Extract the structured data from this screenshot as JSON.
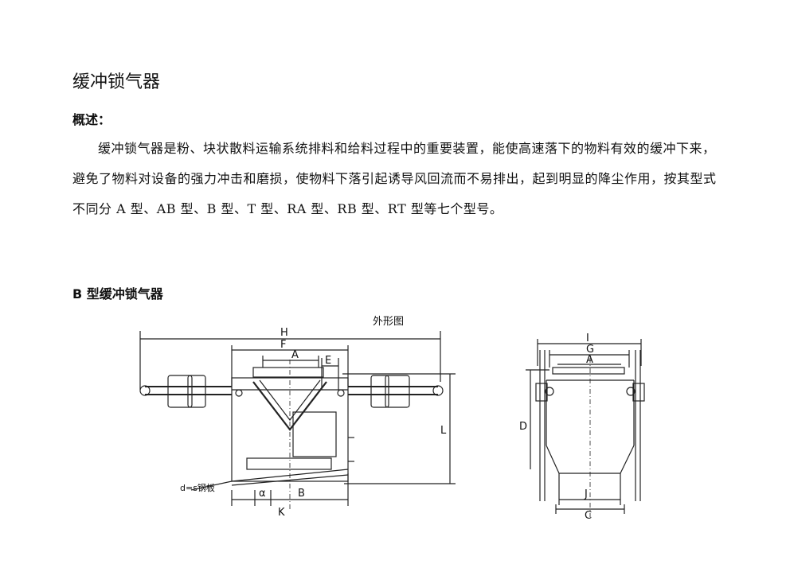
{
  "document": {
    "title": "缓冲锁气器",
    "overview_heading": "概述：",
    "overview_text": "缓冲锁气器是粉、块状散料运输系统排料和给料过程中的重要装置，能使高速落下的物料有效的缓冲下来，避免了物料对设备的强力冲击和磨损，使物料下落引起诱导风回流而不易排出，起到明显的降尘作用，按其型式不同分 A 型、AB 型、B 型、T 型、RA 型、RB 型、RT 型等七个型号。",
    "section_heading": "B 型缓冲锁气器"
  },
  "drawing": {
    "caption": "外形图",
    "front_labels": {
      "H": "H",
      "F": "F",
      "A": "A",
      "E": "E",
      "L": "L",
      "B": "B",
      "K": "K",
      "alpha": "α",
      "plate_note": "d=s钢板"
    },
    "side_labels": {
      "I": "I",
      "G": "G",
      "A": "A",
      "D": "D",
      "J": "J",
      "C": "C"
    }
  }
}
